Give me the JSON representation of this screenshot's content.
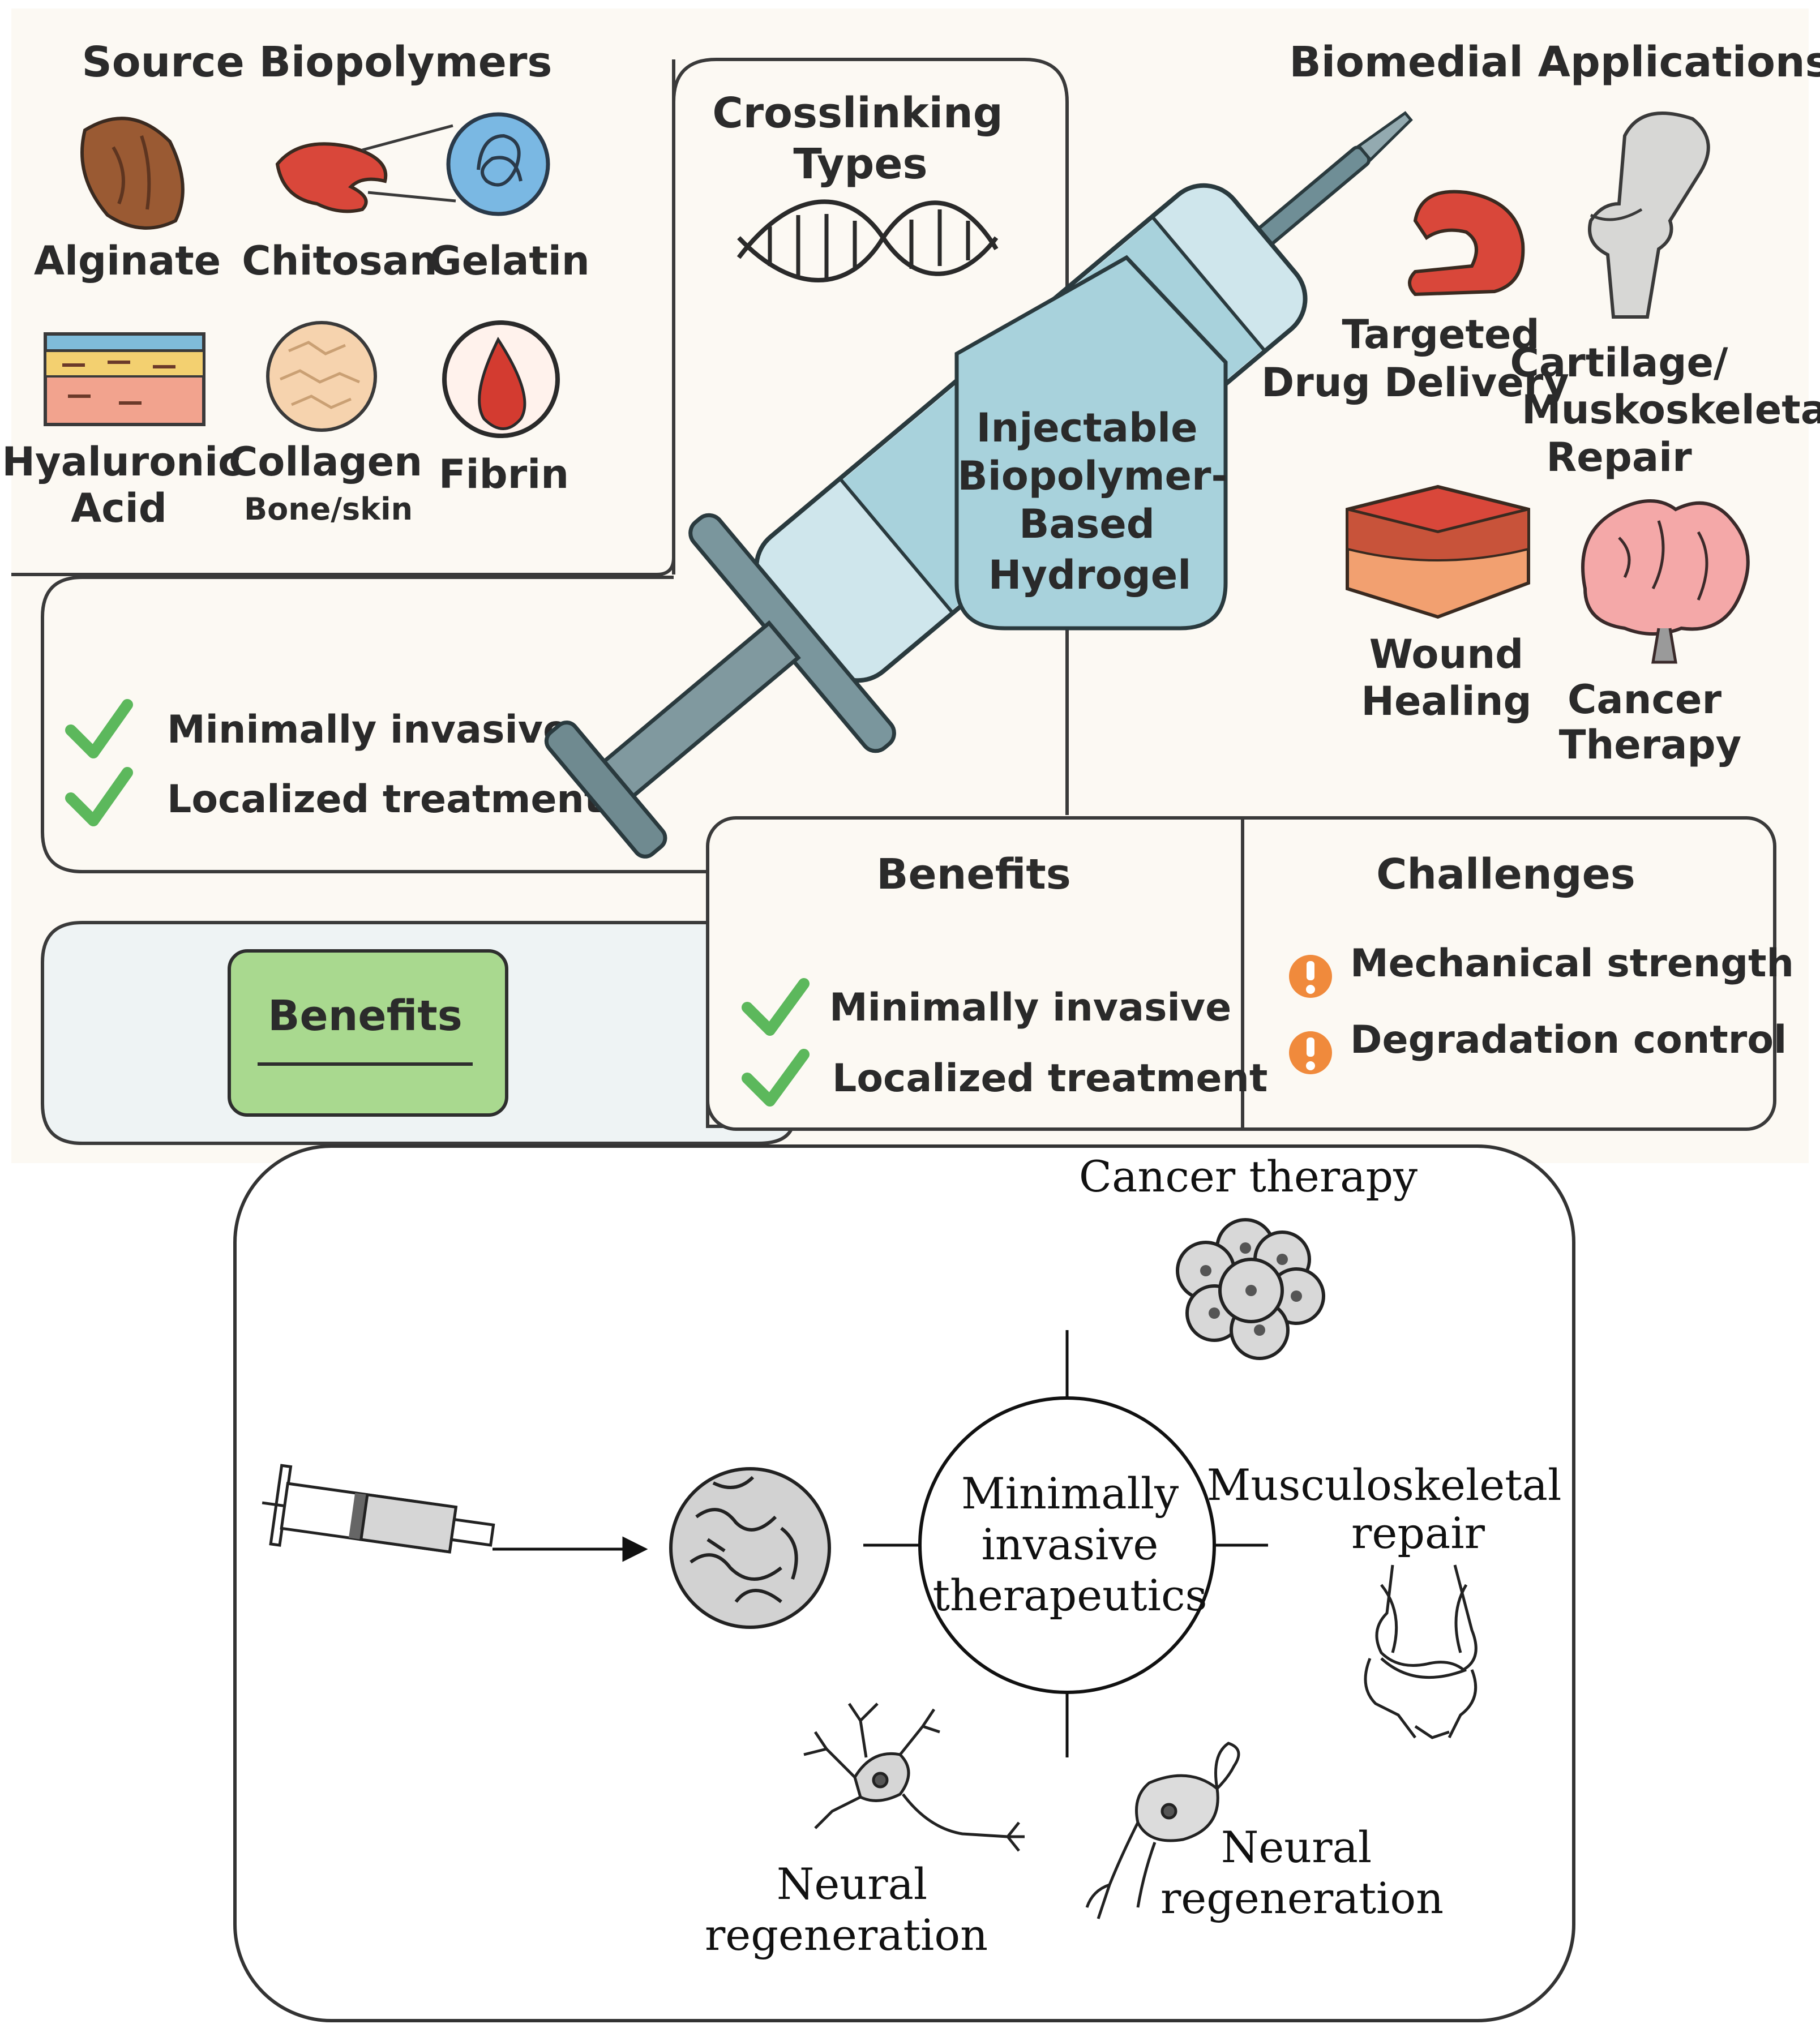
{
  "top": {
    "source": {
      "title": "Source Biopolymers",
      "items": [
        {
          "label": "Alginate",
          "icon": "alginate-icon"
        },
        {
          "label": "Chitosan",
          "icon": "chitosan-icon"
        },
        {
          "label": "Gelatin",
          "icon": "gelatin-icon"
        },
        {
          "label": "Hyaluronic",
          "label2": "Acid",
          "icon": "hyaluronic-acid-icon"
        },
        {
          "label": "Collagen",
          "sub": "Bone/skin",
          "icon": "collagen-icon"
        },
        {
          "label": "Fibrin",
          "icon": "fibrin-icon"
        }
      ]
    },
    "crosslinking": {
      "title_line1": "Crosslinking",
      "title_line2": "Types",
      "icon": "dna-icon"
    },
    "syringe": {
      "lines": [
        "Injectable",
        "Biopolymer-",
        "Based",
        "Hydrogel"
      ],
      "icon": "syringe-icon"
    },
    "applications": {
      "title": "Biomedial Applications",
      "items": [
        {
          "lines": [
            "Targeted",
            "Drug Delivery"
          ],
          "icon": "tissue-fragment-icon"
        },
        {
          "lines": [
            "Cartilage/",
            "Muskoskeletal",
            "Repair"
          ],
          "icon": "bone-joint-icon"
        },
        {
          "lines": [
            "Wound",
            "Healing"
          ],
          "icon": "skin-layer-icon"
        },
        {
          "lines": [
            "Cancer",
            "Therapy"
          ],
          "icon": "brain-icon"
        }
      ]
    },
    "left_benefits": {
      "items": [
        "Minimally invasive",
        "Localized treatment"
      ]
    },
    "benefits_button": {
      "label": "Benefits"
    },
    "benefits": {
      "title": "Benefits",
      "items": [
        "Minimally invasive",
        "Localized treatment"
      ]
    },
    "challenges": {
      "title": "Challenges",
      "items": [
        "Mechanical strength",
        "Degradation control"
      ]
    }
  },
  "bottom": {
    "center": {
      "lines": [
        "Minimally",
        "invasive",
        "therapeutics"
      ]
    },
    "cancer": {
      "label": "Cancer therapy",
      "icon": "cell-cluster-icon"
    },
    "musculo": {
      "lines": [
        "Musculoskeletal",
        "repair"
      ],
      "icon": "knee-joint-icon"
    },
    "neural_left": {
      "lines": [
        "Neural",
        "regeneration"
      ],
      "icon": "neuron-icon"
    },
    "neural_right": {
      "lines": [
        "Neural",
        "regeneration"
      ],
      "icon": "neuron-cell-icon"
    },
    "syringe_icon": "small-syringe-icon",
    "hydrogel_icon": "hydrogel-network-icon"
  },
  "colors": {
    "page_bg": "#fcf9f3",
    "stroke": "#3a3a3a",
    "check": "#5cb85c",
    "warning": "#f08a3c",
    "benefits_button": "#a9d98f",
    "syringe_body": "#a8d2dc",
    "left_panel_bg": "#eef3f4"
  }
}
